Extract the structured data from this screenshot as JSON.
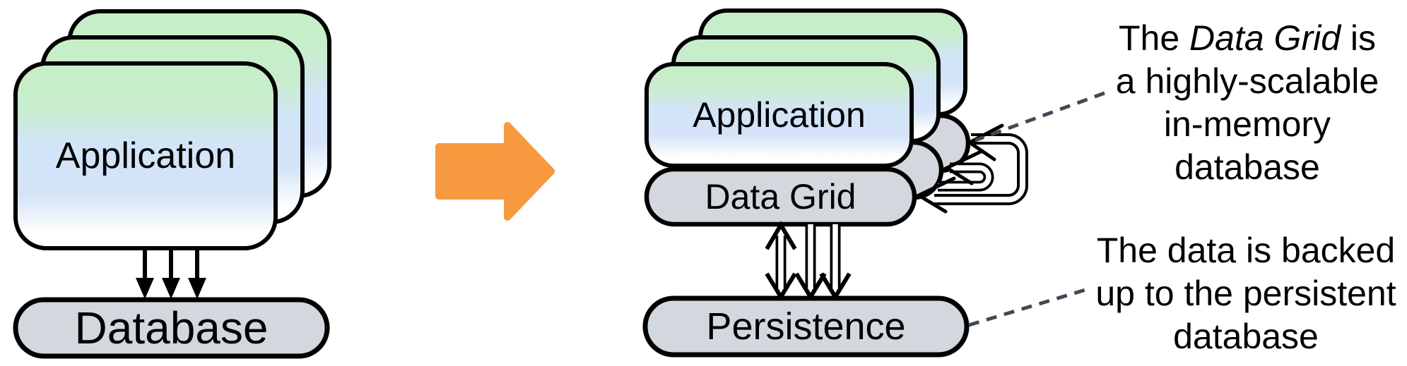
{
  "left_diagram": {
    "application_label": "Application",
    "database_label": "Database"
  },
  "right_diagram": {
    "application_label": "Application",
    "data_grid_label": "Data Grid",
    "persistence_label": "Persistence"
  },
  "annotations": {
    "data_grid_note": {
      "line1_pre": "The ",
      "line1_italic": "Data Grid",
      "line1_post": " is",
      "line2": "a highly-scalable",
      "line3": "in-memory",
      "line4": "database"
    },
    "persistence_note": {
      "line1": "The data is backed",
      "line2": "up to the persistent",
      "line3": "database"
    }
  },
  "colors": {
    "accent_orange": "#f7993e",
    "node_fill": "#d3d8de",
    "card_green": "#c5efc6",
    "card_blue": "#d2e4f8",
    "dash_color": "#3e4a56",
    "ink": "#000000"
  }
}
